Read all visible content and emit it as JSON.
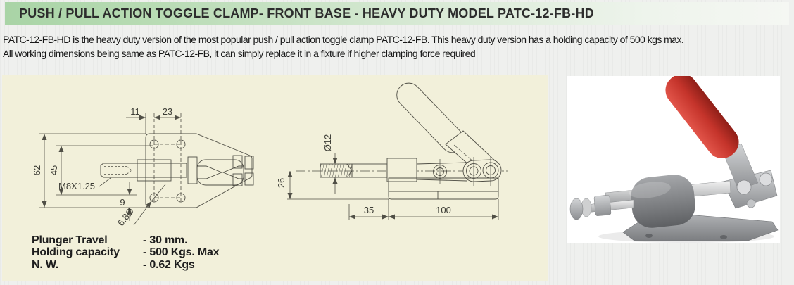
{
  "header": {
    "title": "PUSH / PULL ACTION TOGGLE CLAMP- FRONT BASE - HEAVY DUTY MODEL PATC-12-FB-HD"
  },
  "description": {
    "line1": "PATC-12-FB-HD is the heavy duty version of the most popular push / pull action toggle clamp PATC-12-FB. This heavy duty version has a holding capacity of 500 kgs max.",
    "line2": "All working dimensions being same as PATC-12-FB, it can simply replace it in a fixture if higher clamping force required"
  },
  "drawings": {
    "top_view": {
      "dim_edge_to_hole": "11",
      "dim_hole_spacing": "23",
      "dim_plate_width": "62",
      "dim_inner_width": "45",
      "dim_bottom_offset": "9",
      "thread_spec": "M8X1.25",
      "hole_diameter": "6.8Ø"
    },
    "side_view": {
      "plunger_diameter": "Ø12",
      "dim_center_height": "26",
      "dim_front_length": "35",
      "dim_base_length": "100"
    }
  },
  "specs": {
    "rows": [
      {
        "label": "Plunger Travel",
        "value": "- 30 mm."
      },
      {
        "label": "Holding capacity",
        "value": "- 500 Kgs. Max"
      },
      {
        "label": "N. W.",
        "value": "- 0.62 Kgs"
      }
    ]
  },
  "colors": {
    "header_green": "#aed6ab",
    "panel_cream": "#f2f0da",
    "drawing_ink": "#504f46",
    "handle_red": "#c5342b",
    "photo_background": "#ffffff"
  }
}
